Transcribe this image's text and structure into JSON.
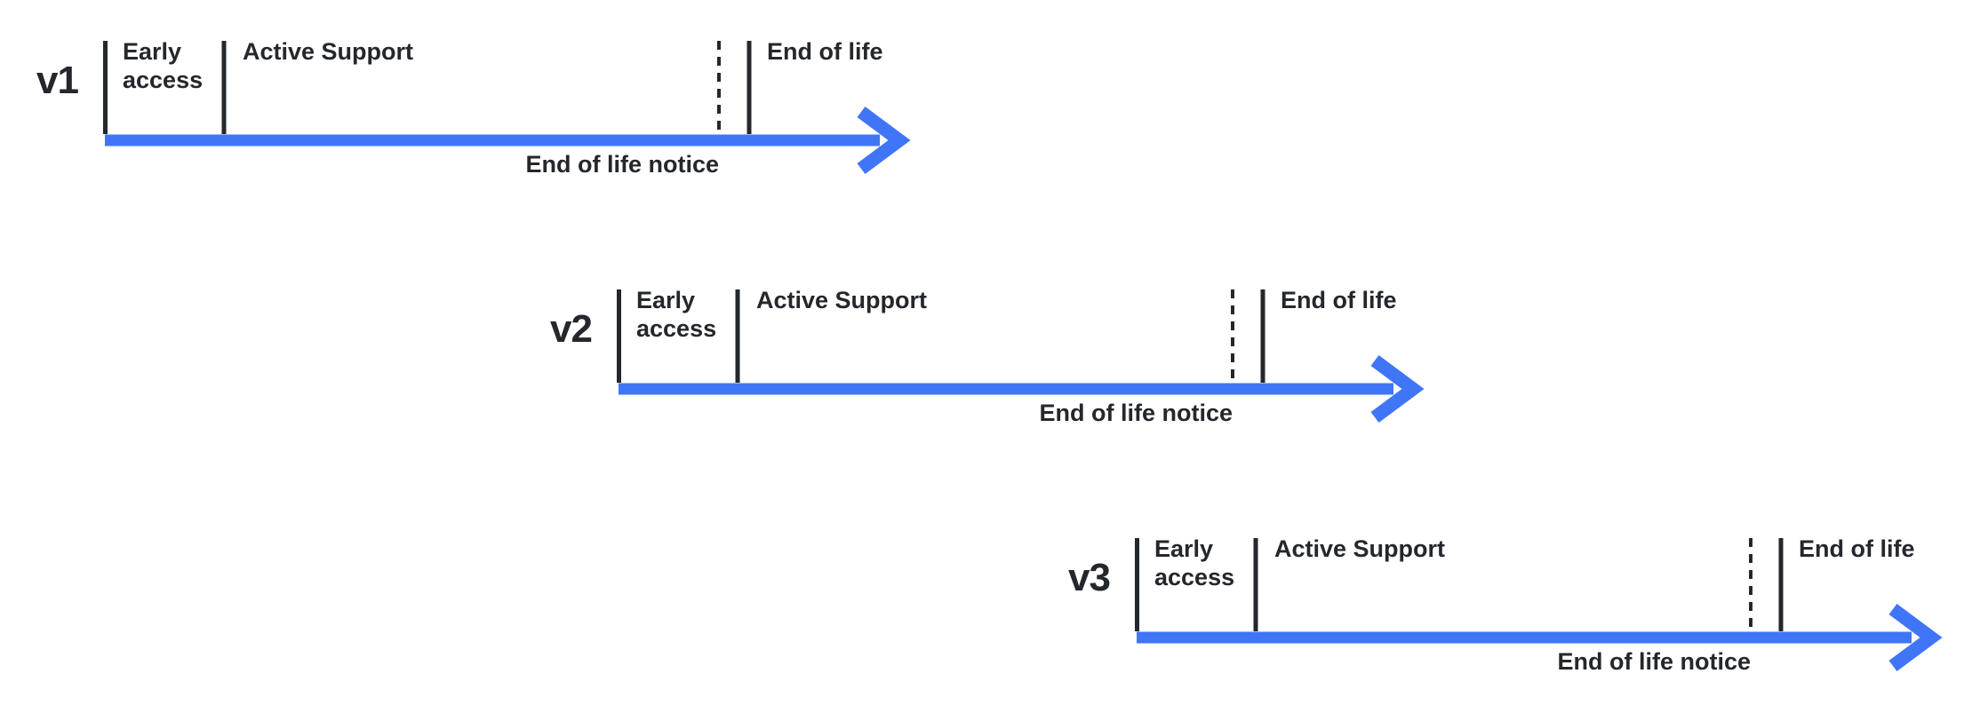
{
  "colors": {
    "background": "#FFFFFF",
    "arrow_blue": "#4175F7",
    "text": "#24272C"
  },
  "timelines": [
    {
      "version": "v1",
      "labels": {
        "early_access": "Early access",
        "active_support": "Active Support",
        "end_of_life": "End of life",
        "end_of_life_notice": "End of life notice"
      }
    },
    {
      "version": "v2",
      "labels": {
        "early_access": "Early access",
        "active_support": "Active Support",
        "end_of_life": "End of life",
        "end_of_life_notice": "End of life notice"
      }
    },
    {
      "version": "v3",
      "labels": {
        "early_access": "Early access",
        "active_support": "Active Support",
        "end_of_life": "End of life",
        "end_of_life_notice": "End of life notice"
      }
    }
  ]
}
